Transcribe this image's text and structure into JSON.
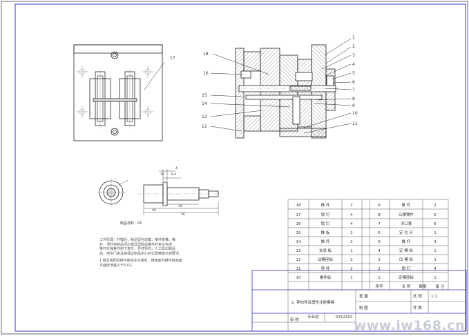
{
  "part_callouts_right": [
    "1",
    "2",
    "3",
    "4",
    "5",
    "6",
    "7",
    "8",
    "9",
    "10",
    "11"
  ],
  "part_callouts_left": [
    "18",
    "16",
    "15",
    "14",
    "13",
    "12"
  ],
  "plan_view_callout": "17",
  "part_dims": {
    "d1": "4",
    "d2": "15",
    "d3": "8.4",
    "d4": "30",
    "d5": "40",
    "d6": "56"
  },
  "material_label": "制品材料：PA",
  "notes": [
    "工作原理：开模后，制品留在动模，推件板推，推",
    "杆，顶杆将制品顶出模具型腔后推件杆复位完成",
    "推杆在弹簧作用下复位，导柱导向，人工取出制品",
    "后，用专门夹具来保证制品中心的位置精度达到要求。",
    "1.模具装配后推件板完全合模时，推板面与推件板底面",
    "平面度误差小于0.02。"
  ],
  "bom_rows_left": [
    [
      "18",
      "推 件",
      "2",
      ""
    ],
    [
      "17",
      "销 钉",
      "4",
      ""
    ],
    [
      "16",
      "销 钉",
      "4",
      ""
    ],
    [
      "15",
      "推 板",
      "1",
      ""
    ],
    [
      "14",
      "推 杆",
      "2",
      ""
    ],
    [
      "13",
      "支承 板",
      "1",
      ""
    ],
    [
      "12",
      "动模座板",
      "2",
      ""
    ],
    [
      "11",
      "导 柱",
      "2",
      ""
    ],
    [
      "10",
      "推件板",
      "1",
      ""
    ]
  ],
  "bom_rows_right": [
    [
      "9",
      "推 件",
      "2"
    ],
    [
      "8",
      "凸模镶件",
      "6"
    ],
    [
      "7",
      "浇口套",
      "6"
    ],
    [
      "6",
      "定 位 环",
      "1"
    ],
    [
      "5",
      "推 杆",
      "3"
    ],
    [
      "4",
      "定 模 板",
      "1"
    ],
    [
      "3",
      "凹 模 板",
      "1"
    ],
    [
      "2",
      "销 钉",
      "4"
    ],
    [
      "1",
      "定模座板",
      "1"
    ]
  ],
  "bom_header": [
    "序号",
    "名 称",
    "数量",
    "备 注"
  ],
  "title_block": {
    "drawing_title": "2. 导向件及塑件注射模具",
    "scale_label": "比 例",
    "scale_value": "1:1",
    "count_label": "件 数",
    "weight_label": "重 量",
    "drawn_by_label": "制 图",
    "checked_by_label": "审 核",
    "class_label": "专业班",
    "student_id": "0312102"
  },
  "watermark": "www.iw168.cn"
}
